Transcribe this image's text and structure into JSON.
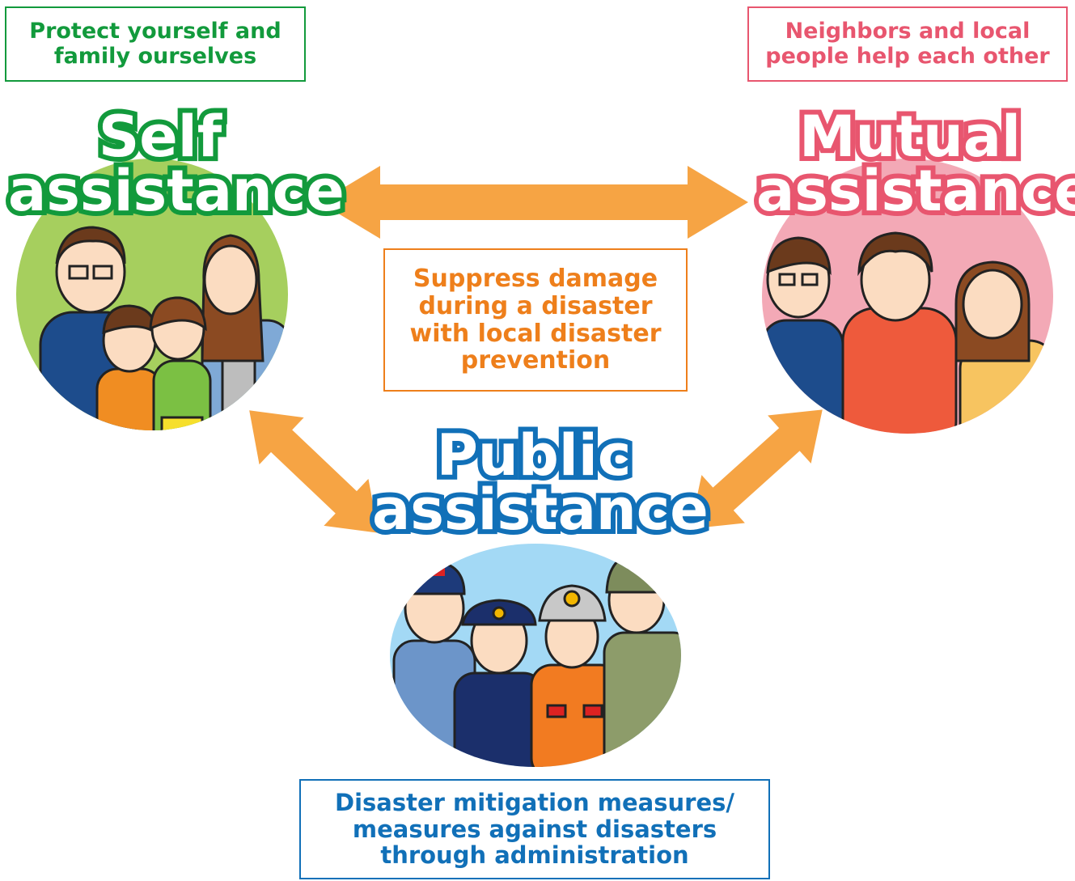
{
  "colors": {
    "self": "#129a3c",
    "mutual": "#e8566f",
    "public": "#1170b8",
    "arrow": "#f6a444",
    "center_text": "#ee7f1b",
    "self_bg": "#a6cf5e",
    "mutual_bg": "#f3a9b6",
    "public_bg": "#a3d9f5"
  },
  "self": {
    "caption_lines": [
      "Protect yourself and",
      "family ourselves"
    ],
    "title_lines": [
      "Self",
      "assistance"
    ],
    "illustration": "family-of-four-illustration"
  },
  "mutual": {
    "caption_lines": [
      "Neighbors and local",
      "people help each other"
    ],
    "title_lines": [
      "Mutual",
      "assistance"
    ],
    "illustration": "neighbors-illustration"
  },
  "public": {
    "caption_lines": [
      "Disaster mitigation measures/",
      "measures against disasters",
      "through administration"
    ],
    "title_lines": [
      "Public",
      "assistance"
    ],
    "illustration": "rescue-workers-illustration"
  },
  "center": {
    "lines": [
      "Suppress damage",
      "during a disaster",
      "with local disaster",
      "prevention"
    ]
  }
}
